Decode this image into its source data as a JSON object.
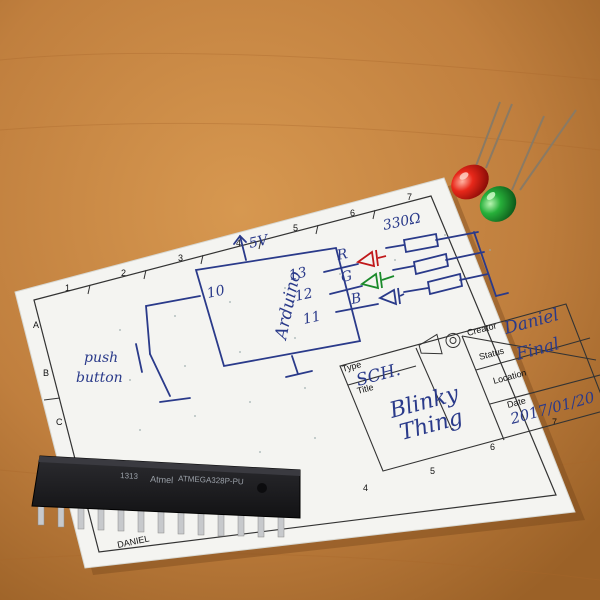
{
  "card": {
    "col_markers": [
      "1",
      "2",
      "3",
      "4",
      "5",
      "6",
      "7"
    ],
    "row_markers": [
      "A",
      "B",
      "C"
    ],
    "title_block": {
      "type_label": "Type",
      "type_value": "SCH.",
      "creator_label": "Creator",
      "creator_value": "Daniel",
      "status_label": "Status",
      "status_value": "Final",
      "location_label": "Location",
      "title_label": "Title",
      "title_value_line1": "Blinky",
      "title_value_line2": "Thing",
      "date_label": "Date",
      "date_value": "2017/01/20"
    },
    "schematic": {
      "supply_label": "5V",
      "mcu_label": "Arduino",
      "pin_in": "10",
      "pin_13": "13",
      "pin_12": "12",
      "pin_11": "11",
      "led_r": "R",
      "led_g": "G",
      "led_b": "B",
      "resistor_value": "330Ω",
      "button_label_1": "push",
      "button_label_2": "button"
    },
    "footer_text": "DANIEL"
  },
  "chip": {
    "line1": "1313",
    "line2": "ATMEGA328P-PU",
    "brand": "Atmel"
  },
  "colors": {
    "table": "#c07f3e",
    "card": "#f4f4f1",
    "ink": "#2a3a8a",
    "led_red": "#d81810",
    "led_green": "#1fa030",
    "chip_body": "#1b1b1d"
  }
}
